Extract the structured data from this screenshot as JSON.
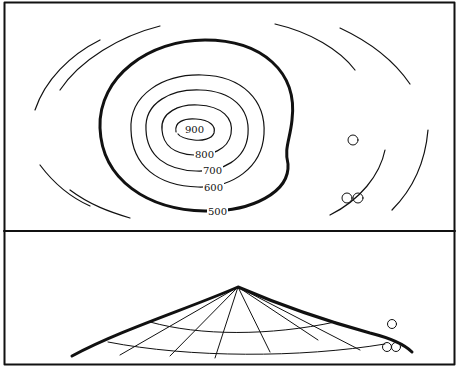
{
  "diagram": {
    "labels": [
      "900",
      "800",
      "700",
      "600",
      "500"
    ]
  }
}
